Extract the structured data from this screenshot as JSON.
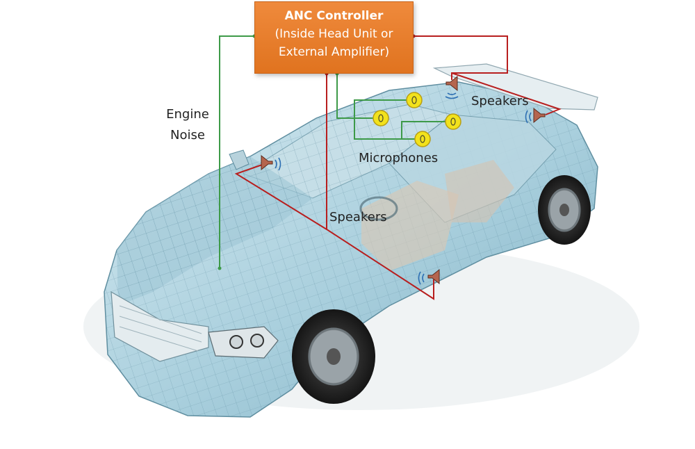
{
  "controller": {
    "title": "ANC Controller",
    "line1": "(Inside Head Unit or",
    "line2": "External Amplifier)"
  },
  "labels": {
    "engine_noise_line1": "Engine",
    "engine_noise_line2": "Noise",
    "speakers_rear": "Speakers",
    "microphones": "Microphones",
    "speakers_front": "Speakers"
  },
  "colors": {
    "controller_box": "#e77a28",
    "noise_wire": "#3d9a48",
    "mic_wire": "#3d9a48",
    "speaker_wire": "#b81e1e",
    "microphone": "#f2e21c",
    "speaker_icon": "#b5654e",
    "sound_wave": "#2d6fb3",
    "car_body": "#a9cfdd"
  }
}
